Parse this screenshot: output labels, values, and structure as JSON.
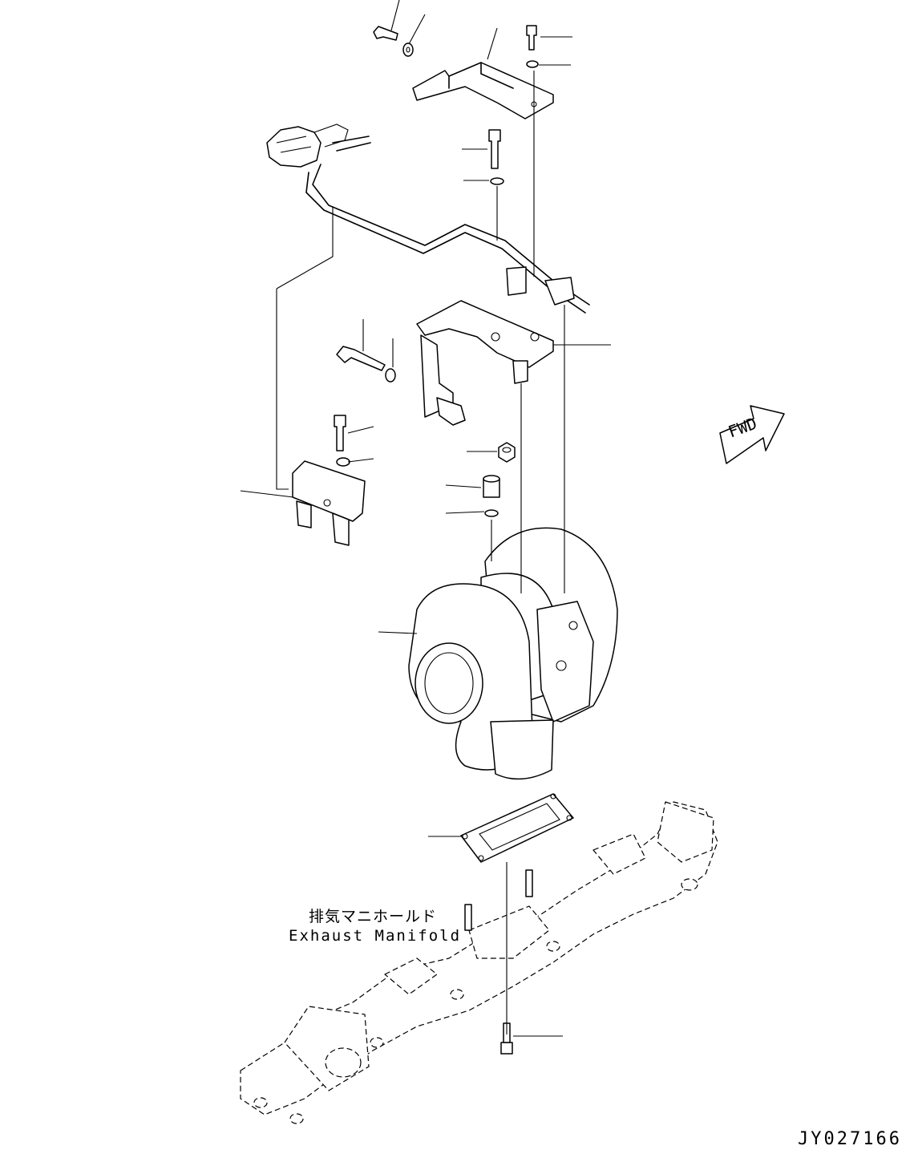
{
  "labels": {
    "exhaust_manifold_jp": "排気マニホールド",
    "exhaust_manifold_en": "Exhaust Manifold",
    "forward_arrow": "FWD",
    "drawing_number": "JY027166"
  },
  "parts": [
    {
      "name": "bolt-top-left"
    },
    {
      "name": "washer-top-left"
    },
    {
      "name": "heat-shield-bracket"
    },
    {
      "name": "bolt-top-right"
    },
    {
      "name": "washer-top-right"
    },
    {
      "name": "sensor-tube-assembly"
    },
    {
      "name": "bolt-mid"
    },
    {
      "name": "washer-mid"
    },
    {
      "name": "clamp-bracket"
    },
    {
      "name": "bolt-bracket"
    },
    {
      "name": "washer-bracket"
    },
    {
      "name": "bolt-left-bracket"
    },
    {
      "name": "washer-left-bracket"
    },
    {
      "name": "sensor-mount-bracket"
    },
    {
      "name": "nut"
    },
    {
      "name": "connector"
    },
    {
      "name": "o-ring"
    },
    {
      "name": "turbocharger"
    },
    {
      "name": "gasket"
    },
    {
      "name": "manifold-bolt"
    }
  ]
}
